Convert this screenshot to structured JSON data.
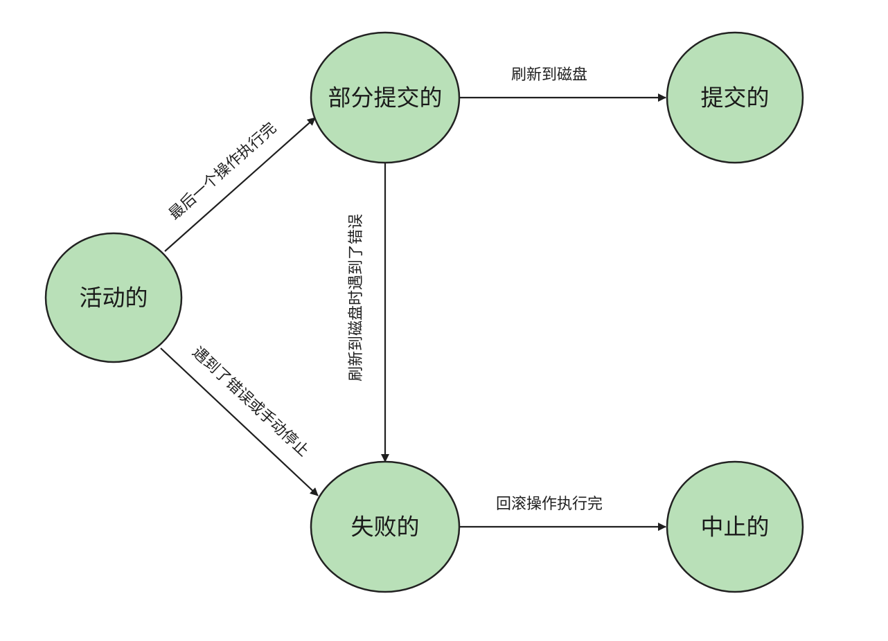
{
  "colors": {
    "node_fill": "#b9e0b8",
    "node_stroke": "#222222",
    "edge": "#1f1f1f",
    "background": "#ffffff"
  },
  "nodes": {
    "active": {
      "label": "活动的"
    },
    "partially_committed": {
      "label": "部分提交的"
    },
    "committed": {
      "label": "提交的"
    },
    "failed": {
      "label": "失败的"
    },
    "aborted": {
      "label": "中止的"
    }
  },
  "edges": {
    "active_to_partial": {
      "label": "最后一个操作执行完"
    },
    "partial_to_committed": {
      "label": "刷新到磁盘"
    },
    "partial_to_failed": {
      "label": "刷新到磁盘时遇到了错误"
    },
    "active_to_failed": {
      "label": "遇到了错误或手动停止"
    },
    "failed_to_aborted": {
      "label": "回滚操作执行完"
    }
  }
}
